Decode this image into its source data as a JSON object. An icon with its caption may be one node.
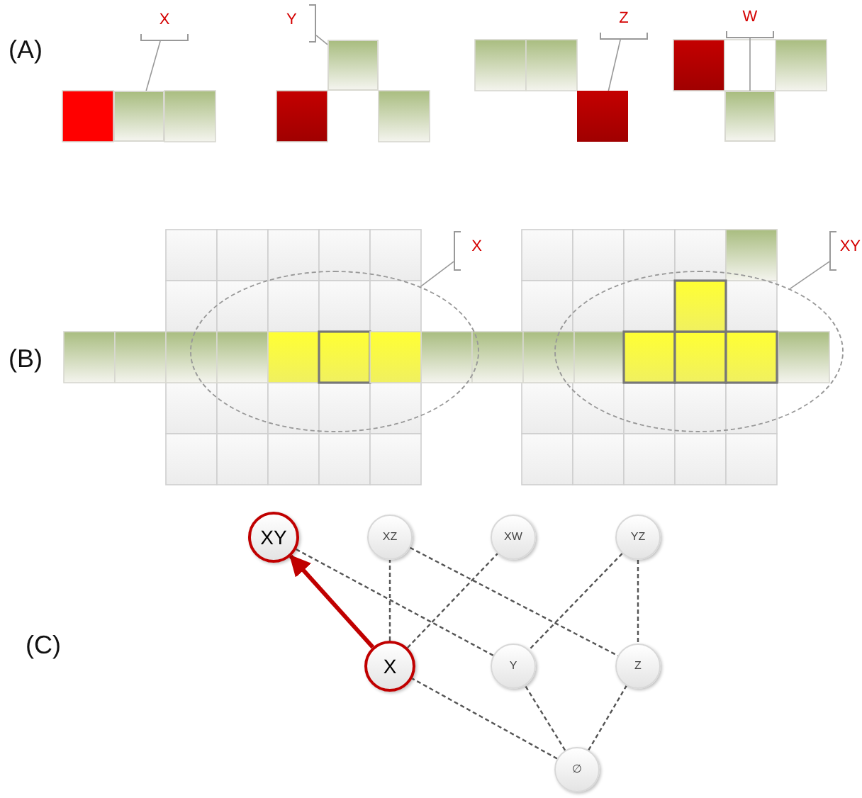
{
  "diagram": {
    "nodes": [
      {
        "text": [
          "X"
        ]
      },
      {
        "text": [],
        "shape": "box"
      },
      {
        "text": [
          "Y"
        ]
      },
      {
        "text": [],
        "shape": "box"
      },
      {
        "text": [
          "Z"
        ]
      },
      {
        "text": [],
        "shape": "box"
      },
      {
        "text": [
          "W"
        ]
      },
      {
        "text": [],
        "shape": "box"
      },
      {
        "text": [
          "X"
        ]
      },
      {
        "text": [],
        "shape": "ellipse"
      },
      {
        "text": [
          "XY"
        ]
      },
      {
        "text": [],
        "shape": "ellipse"
      },
      {
        "text": [
          "XY"
        ]
      },
      {
        "text": [
          "XZ"
        ]
      },
      {
        "text": [
          "XW"
        ]
      },
      {
        "text": [
          "YZ"
        ]
      },
      {
        "text": [
          "X"
        ]
      },
      {
        "text": [
          "Y"
        ]
      },
      {
        "text": [
          "Z"
        ]
      },
      {
        "text": [
          "∅"
        ]
      }
    ],
    "edges": [
      {
        "from": 0,
        "to": 1,
        "arrow": "none"
      },
      {
        "from": 2,
        "to": 3,
        "arrow": "none"
      },
      {
        "from": 4,
        "to": 5,
        "arrow": "none"
      },
      {
        "from": 6,
        "to": 7,
        "arrow": "none"
      },
      {
        "from": 8,
        "to": 9,
        "arrow": "none"
      },
      {
        "from": 10,
        "to": 11,
        "arrow": "none"
      },
      {
        "from": 16,
        "to": 12,
        "arrow": "to",
        "style": "thick",
        "color": "#c00000"
      },
      {
        "from": 17,
        "to": 12,
        "arrow": "none",
        "style": "dashed"
      },
      {
        "from": 16,
        "to": 13,
        "arrow": "none",
        "style": "dashed"
      },
      {
        "from": 16,
        "to": 14,
        "arrow": "none",
        "style": "dashed"
      },
      {
        "from": 13,
        "to": 18,
        "arrow": "none",
        "style": "dashed"
      },
      {
        "from": 15,
        "to": 17,
        "arrow": "none",
        "style": "dashed"
      },
      {
        "from": 15,
        "to": 18,
        "arrow": "none",
        "style": "dashed"
      },
      {
        "from": 19,
        "to": 16,
        "arrow": "none",
        "style": "dashed"
      },
      {
        "from": 19,
        "to": 17,
        "arrow": "none",
        "style": "dashed"
      },
      {
        "from": 19,
        "to": 18,
        "arrow": "none",
        "style": "dashed"
      }
    ],
    "labels": [
      "(A)",
      "(B)",
      "(C)"
    ]
  }
}
